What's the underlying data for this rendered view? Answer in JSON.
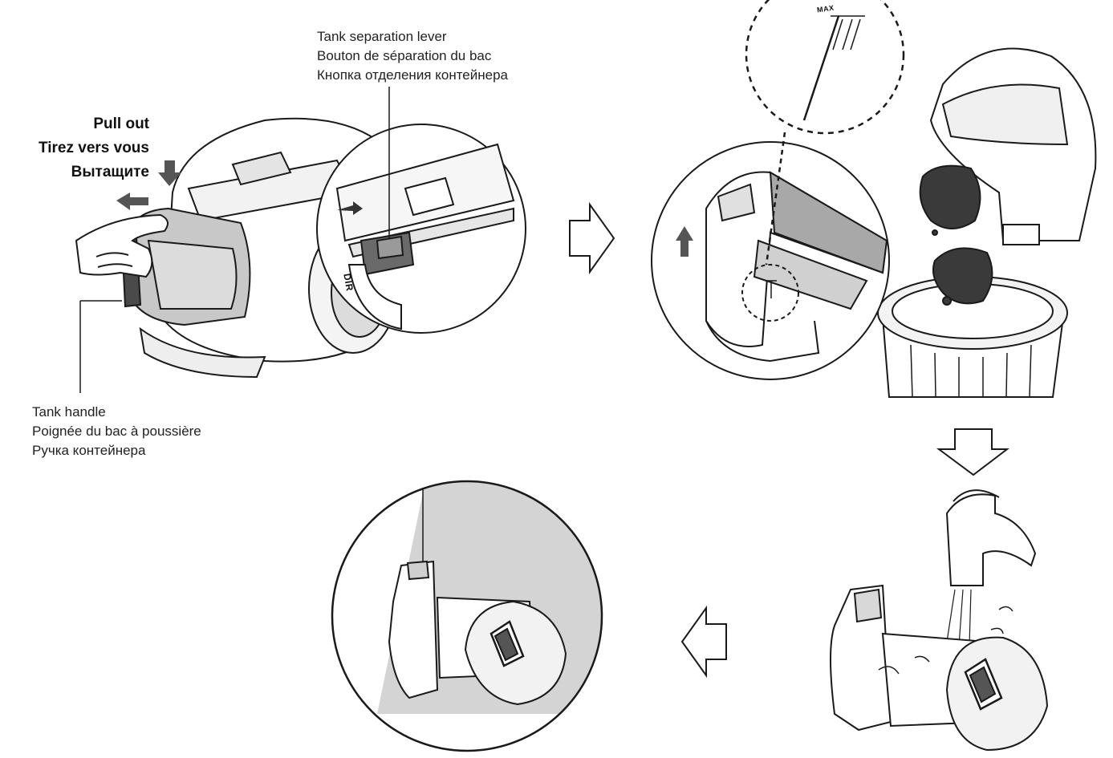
{
  "labels": {
    "separation_lever": [
      "Tank separation lever",
      "Bouton de séparation du bac",
      "Кнопка отделения контейнера"
    ],
    "pull_out": [
      "Pull out",
      "Tirez vers vous",
      "Вытащите"
    ],
    "tank_handle": [
      "Tank handle",
      "Poignée du bac à poussière",
      "Ручка контейнера"
    ],
    "max_mark": "MAX",
    "lever_badge": "DIR"
  },
  "colors": {
    "line": "#1a1a1a",
    "shade_light": "#d4d4d4",
    "shade_mid": "#a8a8a8",
    "shade_dark": "#555555",
    "dust": "#3a3a3a"
  }
}
